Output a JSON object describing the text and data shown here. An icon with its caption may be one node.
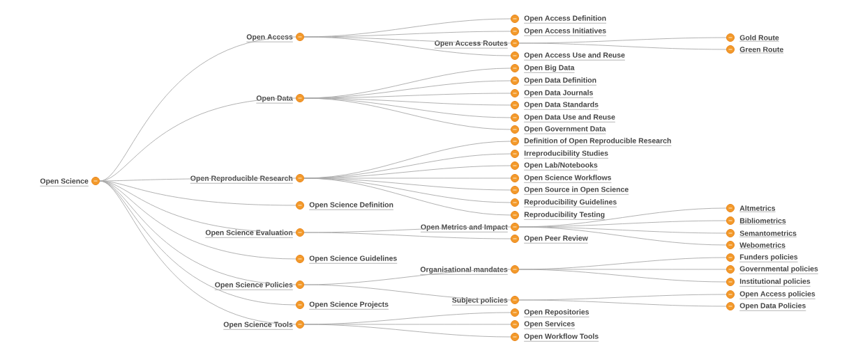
{
  "diagram": {
    "nodes": [
      {
        "text": [
          "Open Science"
        ]
      },
      {
        "text": [
          "Open Access"
        ]
      },
      {
        "text": [
          "Open Data"
        ]
      },
      {
        "text": [
          "Open Reproducible Research"
        ]
      },
      {
        "text": [
          "Open Science Definition"
        ]
      },
      {
        "text": [
          "Open Science Evaluation"
        ]
      },
      {
        "text": [
          "Open Science Guidelines"
        ]
      },
      {
        "text": [
          "Open Science Policies"
        ]
      },
      {
        "text": [
          "Open Science Projects"
        ]
      },
      {
        "text": [
          "Open Science Tools"
        ]
      },
      {
        "text": [
          "Open Access Definition"
        ]
      },
      {
        "text": [
          "Open Access Initiatives"
        ]
      },
      {
        "text": [
          "Open Access Routes"
        ]
      },
      {
        "text": [
          "Open Access Use and Reuse"
        ]
      },
      {
        "text": [
          "Gold Route"
        ]
      },
      {
        "text": [
          "Green Route"
        ]
      },
      {
        "text": [
          "Open Big Data"
        ]
      },
      {
        "text": [
          "Open Data Definition"
        ]
      },
      {
        "text": [
          "Open Data Journals"
        ]
      },
      {
        "text": [
          "Open Data Standards"
        ]
      },
      {
        "text": [
          "Open Data Use and Reuse"
        ]
      },
      {
        "text": [
          "Open Government Data"
        ]
      },
      {
        "text": [
          "Definition of Open Reproducible Research"
        ]
      },
      {
        "text": [
          "Irreproducibility Studies"
        ]
      },
      {
        "text": [
          "Open Lab/Notebooks"
        ]
      },
      {
        "text": [
          "Open Science Workflows"
        ]
      },
      {
        "text": [
          "Open Source in Open Science"
        ]
      },
      {
        "text": [
          "Reproducibility Guidelines"
        ]
      },
      {
        "text": [
          "Reproducibility Testing"
        ]
      },
      {
        "text": [
          "Open Metrics and Impact"
        ]
      },
      {
        "text": [
          "Open Peer Review"
        ]
      },
      {
        "text": [
          "Altmetrics"
        ]
      },
      {
        "text": [
          "Bibliometrics"
        ]
      },
      {
        "text": [
          "Semantometrics"
        ]
      },
      {
        "text": [
          "Webometrics"
        ]
      },
      {
        "text": [
          "Organisational mandates"
        ]
      },
      {
        "text": [
          "Subject policies"
        ]
      },
      {
        "text": [
          "Funders policies"
        ]
      },
      {
        "text": [
          "Governmental policies"
        ]
      },
      {
        "text": [
          "Institutional policies"
        ]
      },
      {
        "text": [
          "Open Access policies"
        ]
      },
      {
        "text": [
          "Open Data Policies"
        ]
      },
      {
        "text": [
          "Open Repositories"
        ]
      },
      {
        "text": [
          "Open Services"
        ]
      },
      {
        "text": [
          "Open Workflow Tools"
        ]
      }
    ],
    "edges": [
      {
        "from": 0,
        "to": 1,
        "arrow": "none"
      },
      {
        "from": 0,
        "to": 2,
        "arrow": "none"
      },
      {
        "from": 0,
        "to": 3,
        "arrow": "none"
      },
      {
        "from": 0,
        "to": 4,
        "arrow": "none"
      },
      {
        "from": 0,
        "to": 5,
        "arrow": "none"
      },
      {
        "from": 0,
        "to": 6,
        "arrow": "none"
      },
      {
        "from": 0,
        "to": 7,
        "arrow": "none"
      },
      {
        "from": 0,
        "to": 8,
        "arrow": "none"
      },
      {
        "from": 0,
        "to": 9,
        "arrow": "none"
      },
      {
        "from": 1,
        "to": 10,
        "arrow": "none"
      },
      {
        "from": 1,
        "to": 11,
        "arrow": "none"
      },
      {
        "from": 1,
        "to": 12,
        "arrow": "none"
      },
      {
        "from": 1,
        "to": 13,
        "arrow": "none"
      },
      {
        "from": 12,
        "to": 14,
        "arrow": "none"
      },
      {
        "from": 12,
        "to": 15,
        "arrow": "none"
      },
      {
        "from": 2,
        "to": 16,
        "arrow": "none"
      },
      {
        "from": 2,
        "to": 17,
        "arrow": "none"
      },
      {
        "from": 2,
        "to": 18,
        "arrow": "none"
      },
      {
        "from": 2,
        "to": 19,
        "arrow": "none"
      },
      {
        "from": 2,
        "to": 20,
        "arrow": "none"
      },
      {
        "from": 2,
        "to": 21,
        "arrow": "none"
      },
      {
        "from": 3,
        "to": 22,
        "arrow": "none"
      },
      {
        "from": 3,
        "to": 23,
        "arrow": "none"
      },
      {
        "from": 3,
        "to": 24,
        "arrow": "none"
      },
      {
        "from": 3,
        "to": 25,
        "arrow": "none"
      },
      {
        "from": 3,
        "to": 26,
        "arrow": "none"
      },
      {
        "from": 3,
        "to": 27,
        "arrow": "none"
      },
      {
        "from": 3,
        "to": 28,
        "arrow": "none"
      },
      {
        "from": 5,
        "to": 29,
        "arrow": "none"
      },
      {
        "from": 5,
        "to": 30,
        "arrow": "none"
      },
      {
        "from": 29,
        "to": 31,
        "arrow": "none"
      },
      {
        "from": 29,
        "to": 32,
        "arrow": "none"
      },
      {
        "from": 29,
        "to": 33,
        "arrow": "none"
      },
      {
        "from": 29,
        "to": 34,
        "arrow": "none"
      },
      {
        "from": 7,
        "to": 35,
        "arrow": "none"
      },
      {
        "from": 7,
        "to": 36,
        "arrow": "none"
      },
      {
        "from": 35,
        "to": 37,
        "arrow": "none"
      },
      {
        "from": 35,
        "to": 38,
        "arrow": "none"
      },
      {
        "from": 35,
        "to": 39,
        "arrow": "none"
      },
      {
        "from": 36,
        "to": 40,
        "arrow": "none"
      },
      {
        "from": 36,
        "to": 41,
        "arrow": "none"
      },
      {
        "from": 9,
        "to": 42,
        "arrow": "none"
      },
      {
        "from": 9,
        "to": 43,
        "arrow": "none"
      },
      {
        "from": 9,
        "to": 44,
        "arrow": "none"
      }
    ]
  }
}
